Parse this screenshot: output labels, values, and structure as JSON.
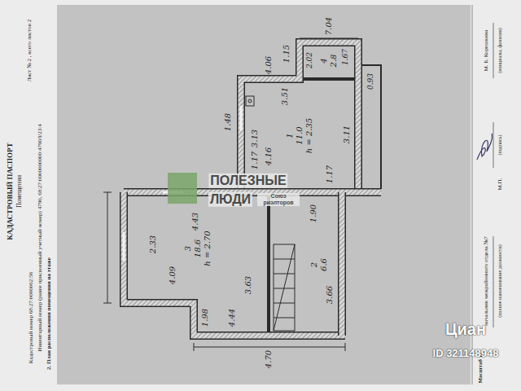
{
  "diagram": {
    "title": "КАДАСТРОВЫЙ ПАСПОРТ",
    "nodes": [
      {
        "text": [
          "1",
          "11.0",
          "h = 2.35"
        ]
      },
      {
        "text": [
          "2",
          "6.6"
        ]
      },
      {
        "text": [
          "3",
          "18.6",
          "h = 2.70"
        ]
      },
      {
        "text": [
          "4",
          "2.8"
        ]
      }
    ],
    "labels": [
      "Помещения",
      "Лист № 2 , всего листов 2",
      "Кадастровый номер 68:27:0000062:56",
      "Инвентарный номер (ранее присвоенный учетный номер) 4790, 68:27:0000000000:4790/I/23:4",
      "2. План расположения помещения на этаже",
      "4.06",
      "3.51",
      "1.15",
      "7.04",
      "2.02",
      "1.67",
      "0.93",
      "1.48",
      "3.13",
      "3.11",
      "4.16",
      "1.17",
      "1.17",
      "4.43",
      "1.90",
      "2.33",
      "4.09",
      "3.63",
      "3.66",
      "1.98",
      "4.44",
      "4.70",
      "Масштаб 1:",
      "начальник межрайонного отдела №7",
      "(полное наименование должности)",
      "(подпись)",
      "М.П.",
      "М. Б. Корешкина",
      "(инициалы, фамилия)",
      "ПОЛЕЗНЫЕ",
      "ЛЮДИ",
      "Союз риэлторов",
      "Циан",
      "ID 321148948"
    ]
  }
}
